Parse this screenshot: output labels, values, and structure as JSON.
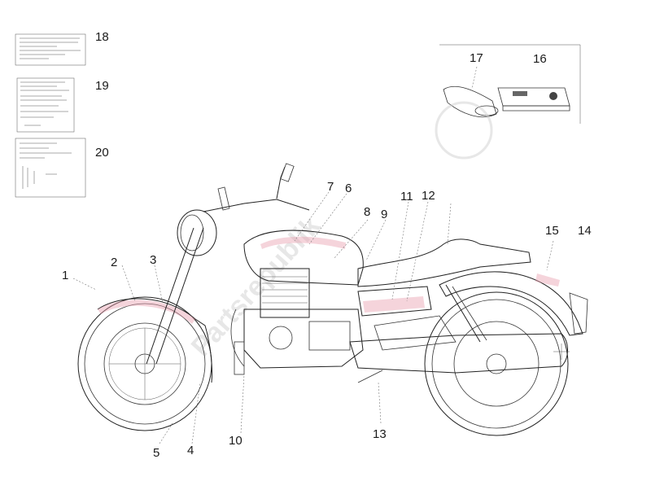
{
  "watermark": {
    "text": "Partsrepublik"
  },
  "callouts": [
    {
      "id": "1",
      "label": "1"
    },
    {
      "id": "2",
      "label": "2"
    },
    {
      "id": "3",
      "label": "3"
    },
    {
      "id": "4",
      "label": "4"
    },
    {
      "id": "5",
      "label": "5"
    },
    {
      "id": "6",
      "label": "6"
    },
    {
      "id": "7",
      "label": "7"
    },
    {
      "id": "8",
      "label": "8"
    },
    {
      "id": "9",
      "label": "9"
    },
    {
      "id": "10",
      "label": "10"
    },
    {
      "id": "11",
      "label": "11"
    },
    {
      "id": "12",
      "label": "12"
    },
    {
      "id": "13",
      "label": "13"
    },
    {
      "id": "14",
      "label": "14"
    },
    {
      "id": "15",
      "label": "15"
    },
    {
      "id": "16",
      "label": "16"
    },
    {
      "id": "17",
      "label": "17"
    },
    {
      "id": "18",
      "label": "18"
    },
    {
      "id": "19",
      "label": "19"
    },
    {
      "id": "20",
      "label": "20"
    }
  ],
  "colors": {
    "line": "#222222",
    "highlight": "#e8a0b0",
    "watermark": "#bdbdbd"
  }
}
